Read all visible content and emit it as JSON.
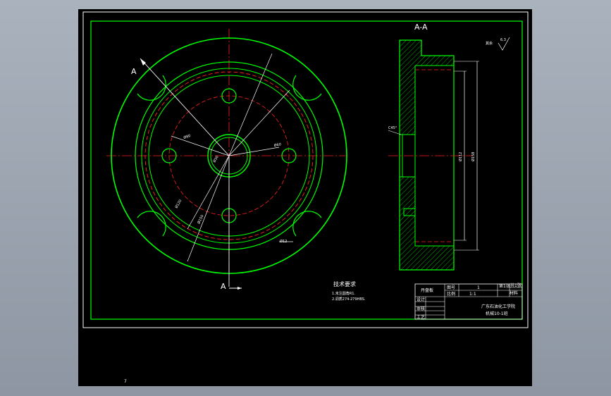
{
  "drawing": {
    "section_title": "A-A",
    "section_marker_top": "A",
    "section_marker_bottom": "A",
    "roughness_label": "其余",
    "roughness_value": "6.3",
    "front_view_dims": {
      "d1": "Ø80",
      "d2": "Ø60",
      "d3": "Ø120",
      "d4": "Ø30",
      "d5": "Ø150",
      "d6": "Ø12"
    },
    "section_dims": {
      "chamfer": "C45°",
      "bore": "Ø112",
      "outer": "Ø158"
    },
    "notes": {
      "title": "技术要求",
      "line1": "1.未注圆角R1.",
      "line2": "2.调质274-279HBS."
    },
    "title_block": {
      "part_name": "丹盘板",
      "row1_col1": "图号",
      "row1_col2": "1",
      "row1_col3": "第1张",
      "row1_col4": "共1张",
      "row2_col1": "比例",
      "row2_col2": "1:1",
      "designer_label": "设计",
      "checker_label": "审核",
      "designer_name": "",
      "school": "广东石油化工学院",
      "class": "机械10-1班",
      "material_label": "材料",
      "process_label": "工艺"
    },
    "footer_mark": "7"
  }
}
